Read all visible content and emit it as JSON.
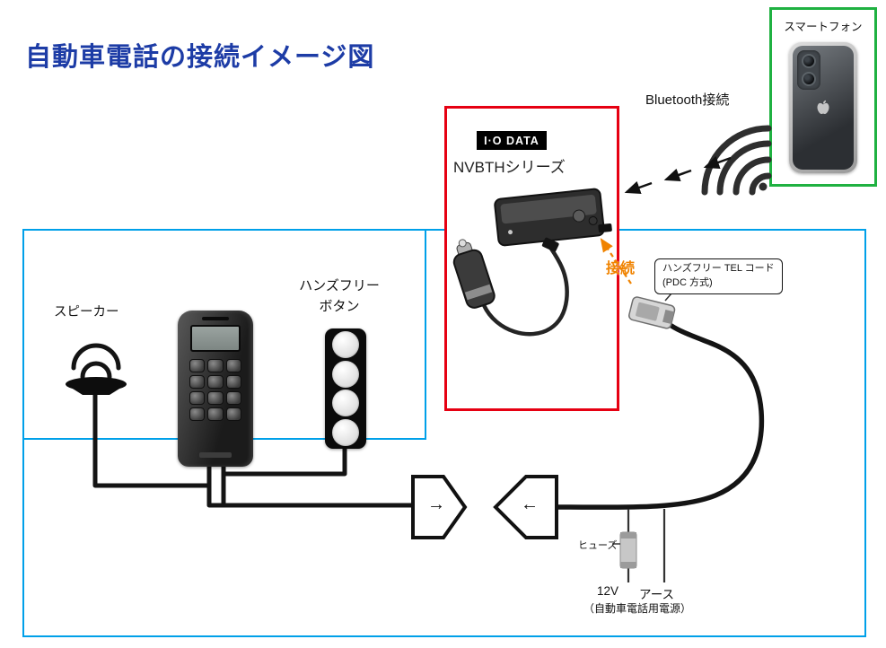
{
  "title": "自動車電話の接続イメージ図",
  "smartphone": {
    "label": "スマートフォン"
  },
  "bluetooth": {
    "label": "Bluetooth接続"
  },
  "nvbth": {
    "logo": "I·O DATA",
    "series": "NVBTHシリーズ"
  },
  "connect": {
    "label": "接続"
  },
  "carphone": {
    "speaker_label": "スピーカー",
    "handsfree_label_line1": "ハンズフリー",
    "handsfree_label_line2": "ボタン"
  },
  "wiring": {
    "pdc_label_line1": "ハンズフリー TEL コード",
    "pdc_label_line2": "(PDC 方式)",
    "connector1_arrow": "→",
    "connector2_arrow": "←",
    "fuse_label": "ヒューズ",
    "power_label": "12V",
    "ground_label": "アース",
    "power_note": "（自動車電話用電源）"
  },
  "colors": {
    "title_blue": "#1d3ca6",
    "box_blue": "#00a0e9",
    "box_red": "#e60012",
    "box_green": "#1fb141",
    "accent_orange": "#f08300"
  }
}
